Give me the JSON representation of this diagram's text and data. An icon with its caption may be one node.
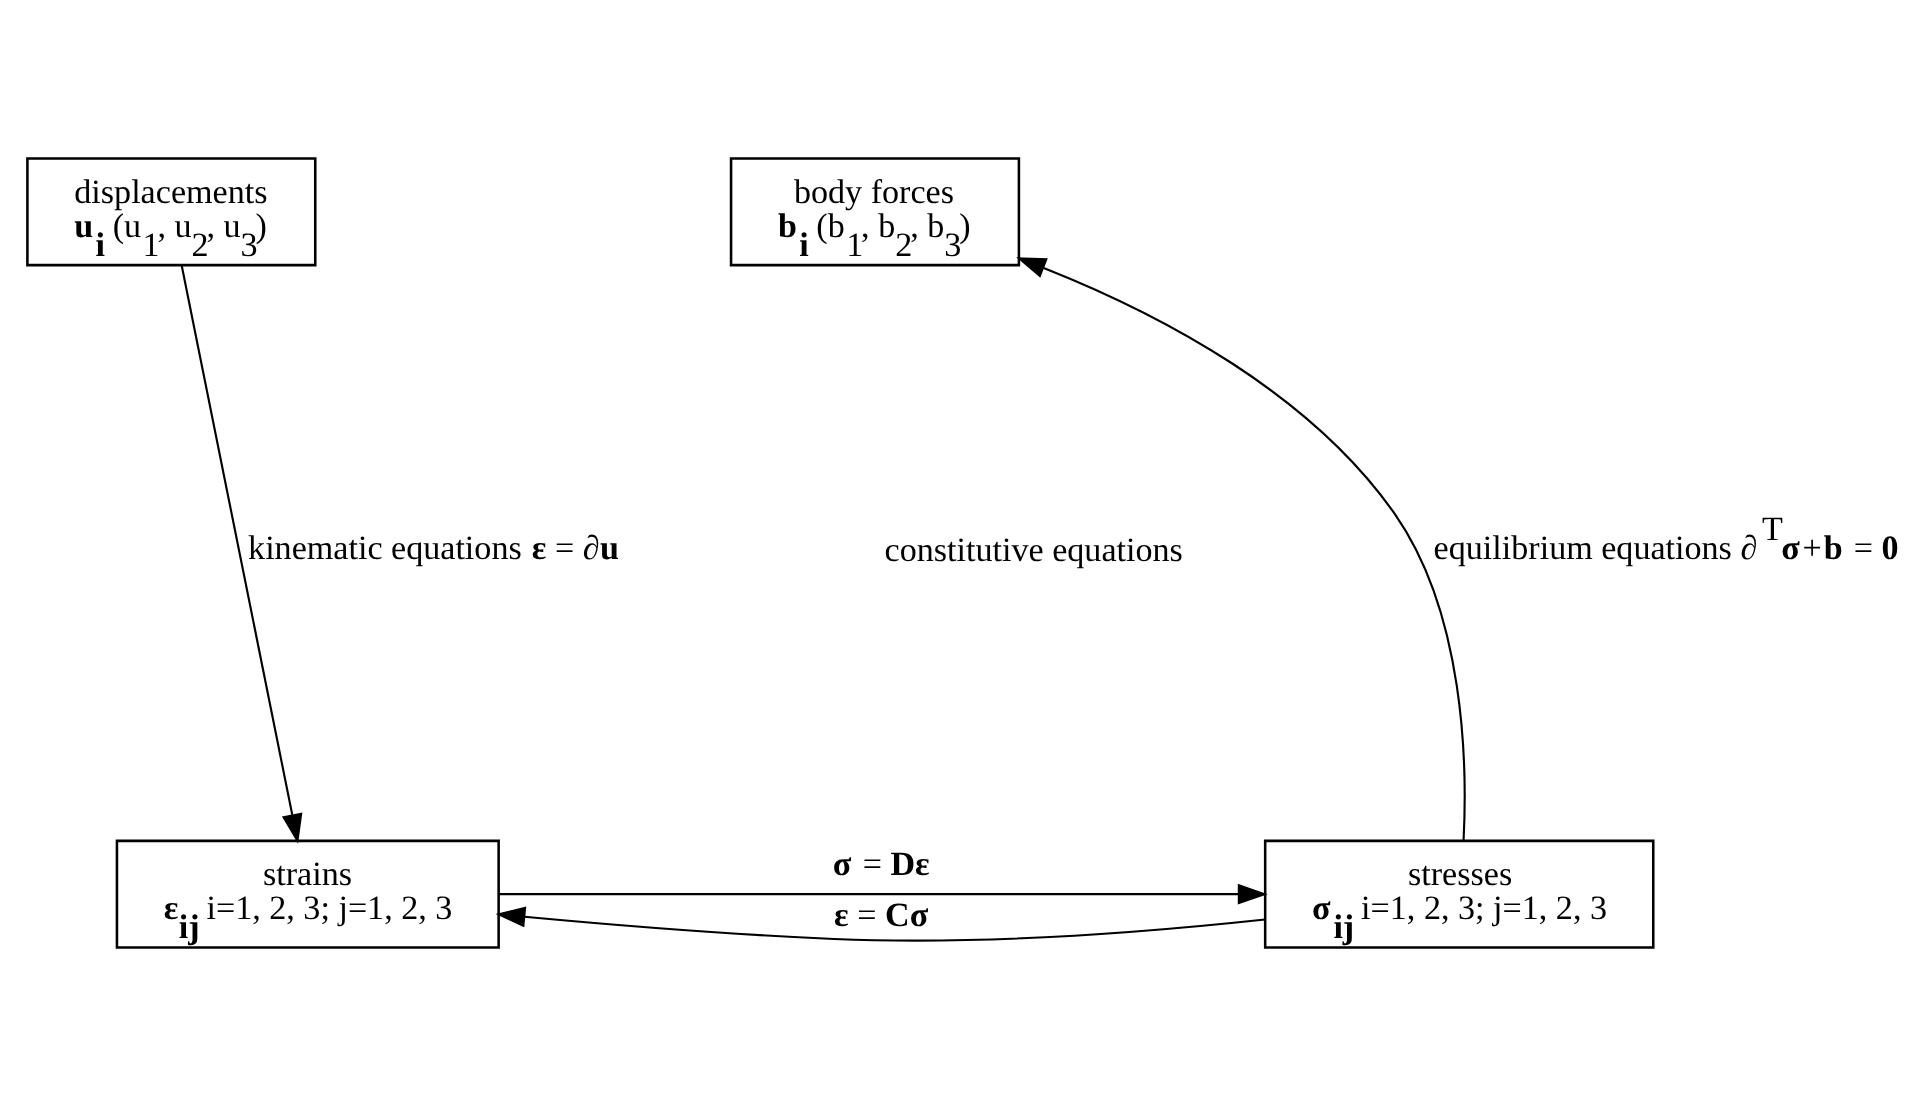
{
  "diagram": {
    "nodes": [
      {
        "text": [
          "displacements",
          "**u$_{i}$** (u$_{1}$, u$_{2}$, u$_{3}$)"
        ]
      },
      {
        "text": [
          "body forces",
          "**b$_{i}$** (b$_{1}$, b$_{2}$, b$_{3}$)"
        ]
      },
      {
        "text": [
          "strains",
          "**ε$_{ij}$** i=1, 2, 3; j=1, 2, 3"
        ]
      },
      {
        "text": [
          "stresses",
          "**σ$_{ij}$** i=1, 2, 3; j=1, 2, 3"
        ]
      }
    ],
    "edges": [
      {
        "from": 0,
        "to": 2,
        "arrow": "to",
        "label": "kinematic equations **ε** = ∂**u**"
      },
      {
        "from": 3,
        "to": 1,
        "arrow": "to",
        "label": "equilibrium equations ∂$^{T}$**σ**+**b** = **0**"
      },
      {
        "from": 2,
        "to": 3,
        "arrow": "to",
        "label": "**σ** = **Dε**"
      },
      {
        "from": 3,
        "to": 2,
        "arrow": "to",
        "label": "**ε** = **Cσ**"
      }
    ],
    "labels": [
      "constitutive equations"
    ]
  }
}
